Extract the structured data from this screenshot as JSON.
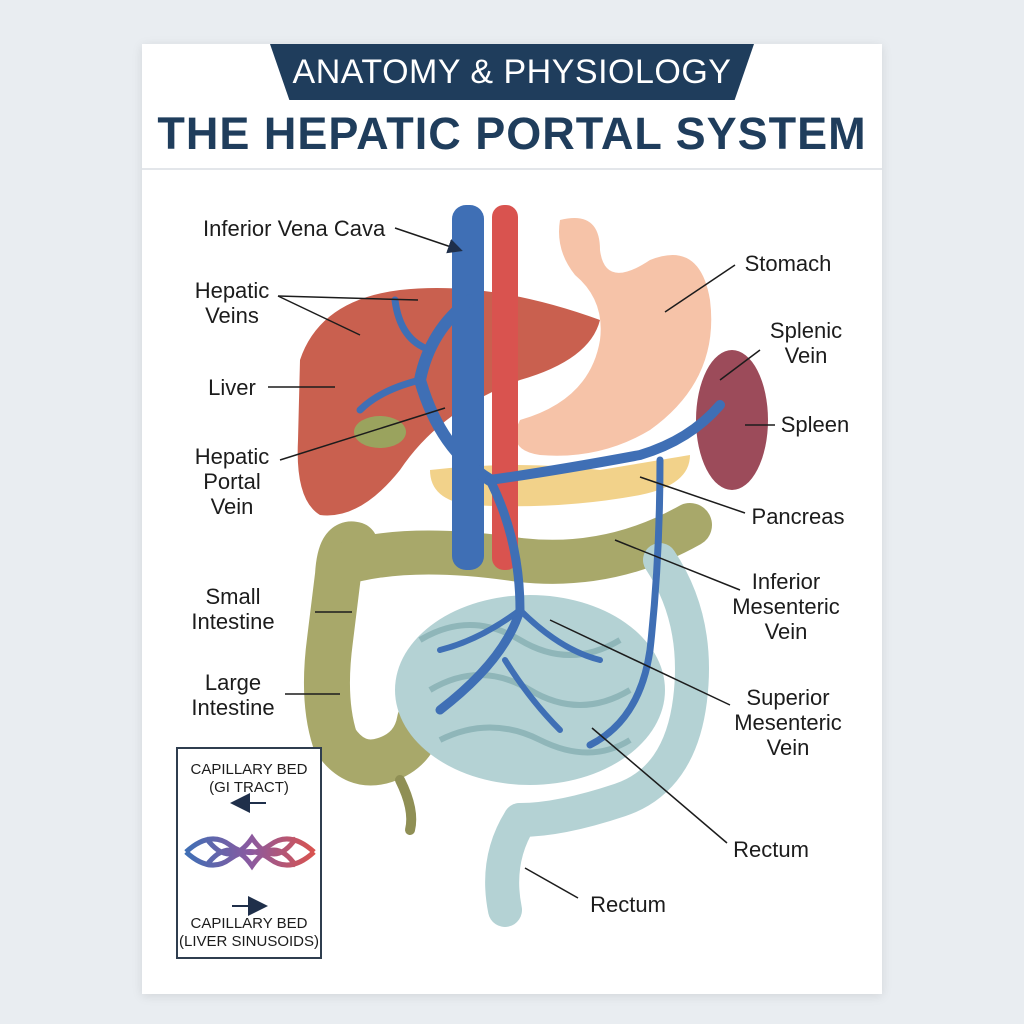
{
  "header": {
    "banner": "ANATOMY & PHYSIOLOGY",
    "title": "THE HEPATIC PORTAL SYSTEM"
  },
  "labels": {
    "ivc": "Inferior Vena Cava",
    "hepatic_veins": [
      "Hepatic",
      "Veins"
    ],
    "liver": "Liver",
    "hepatic_portal_vein": [
      "Hepatic",
      "Portal",
      "Vein"
    ],
    "small_intestine": [
      "Small",
      "Intestine"
    ],
    "large_intestine": [
      "Large",
      "Intestine"
    ],
    "stomach": "Stomach",
    "splenic_vein": [
      "Splenic",
      "Vein"
    ],
    "spleen": "Spleen",
    "pancreas": "Pancreas",
    "inferior_mesenteric_vein": [
      "Inferior",
      "Mesenteric",
      "Vein"
    ],
    "superior_mesenteric_vein": [
      "Superior",
      "Mesenteric",
      "Vein"
    ],
    "rectum_right": "Rectum",
    "rectum_bottom": "Rectum"
  },
  "legend": {
    "top_line1": "CAPILLARY BED",
    "top_line2": "(GI TRACT)",
    "bottom_line1": "CAPILLARY BED",
    "bottom_line2": "(LIVER SINUSOIDS)"
  },
  "colors": {
    "vein": "#3f6fb5",
    "vein_dark": "#1f4a86",
    "artery": "#d9534f",
    "liver": "#c9604f",
    "stomach": "#f6c3a8",
    "spleen": "#9c4b5a",
    "pancreas": "#f2d28a",
    "large_intestine": "#a8a86a",
    "small_intestine": "#b4d2d4",
    "title": "#1f3d5c"
  }
}
